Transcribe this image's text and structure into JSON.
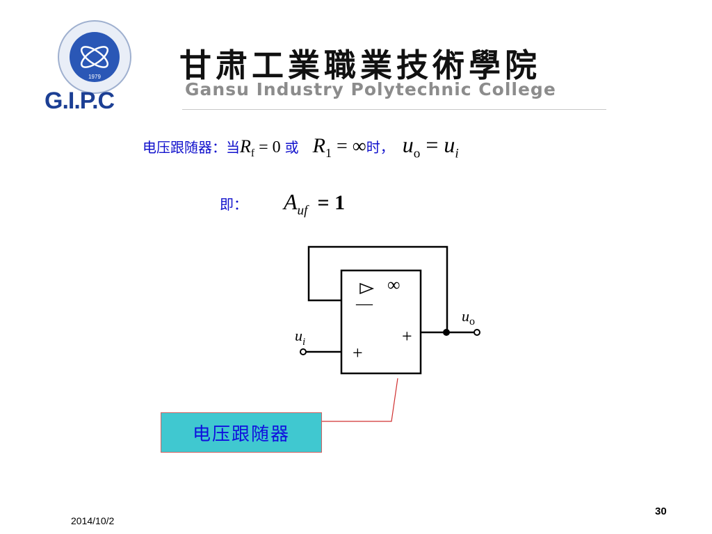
{
  "header": {
    "logo_text": "G.I.P.C",
    "school_cn": "甘肃工業職業技術學院",
    "school_en": "Gansu Industry Polytechnic College",
    "seal_year": "1979"
  },
  "line1": {
    "label": "电压跟随器：当",
    "or": "或",
    "comma": "时，"
  },
  "line2": {
    "label": "即：",
    "value": "1"
  },
  "circuit": {
    "inf": "∞",
    "minus": "—",
    "plus": "+",
    "in_label": "u",
    "in_sub": "i",
    "out_label": "u",
    "out_sub": "o"
  },
  "callout": "电压跟随器",
  "footer": {
    "date": "2014/10/2",
    "page": "30"
  }
}
